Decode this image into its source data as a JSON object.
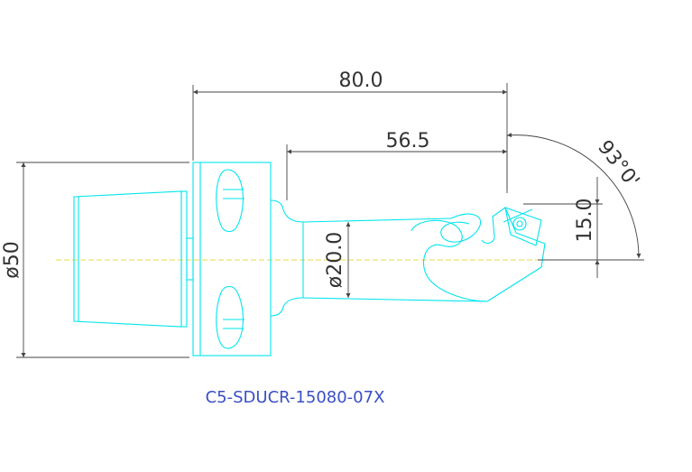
{
  "drawing": {
    "part_code": "C5-SDUCR-15080-07X",
    "dimensions": {
      "overall_length": "80.0",
      "bar_length": "56.5",
      "head_diameter": "ø50",
      "shank_diameter": "ø20.0",
      "offset": "15.0",
      "angle": "93°0'"
    },
    "colors": {
      "outline": "#00e5ee",
      "dimension": "#444444",
      "centerline": "#e8d84a",
      "label": "#3a4fc4"
    }
  }
}
